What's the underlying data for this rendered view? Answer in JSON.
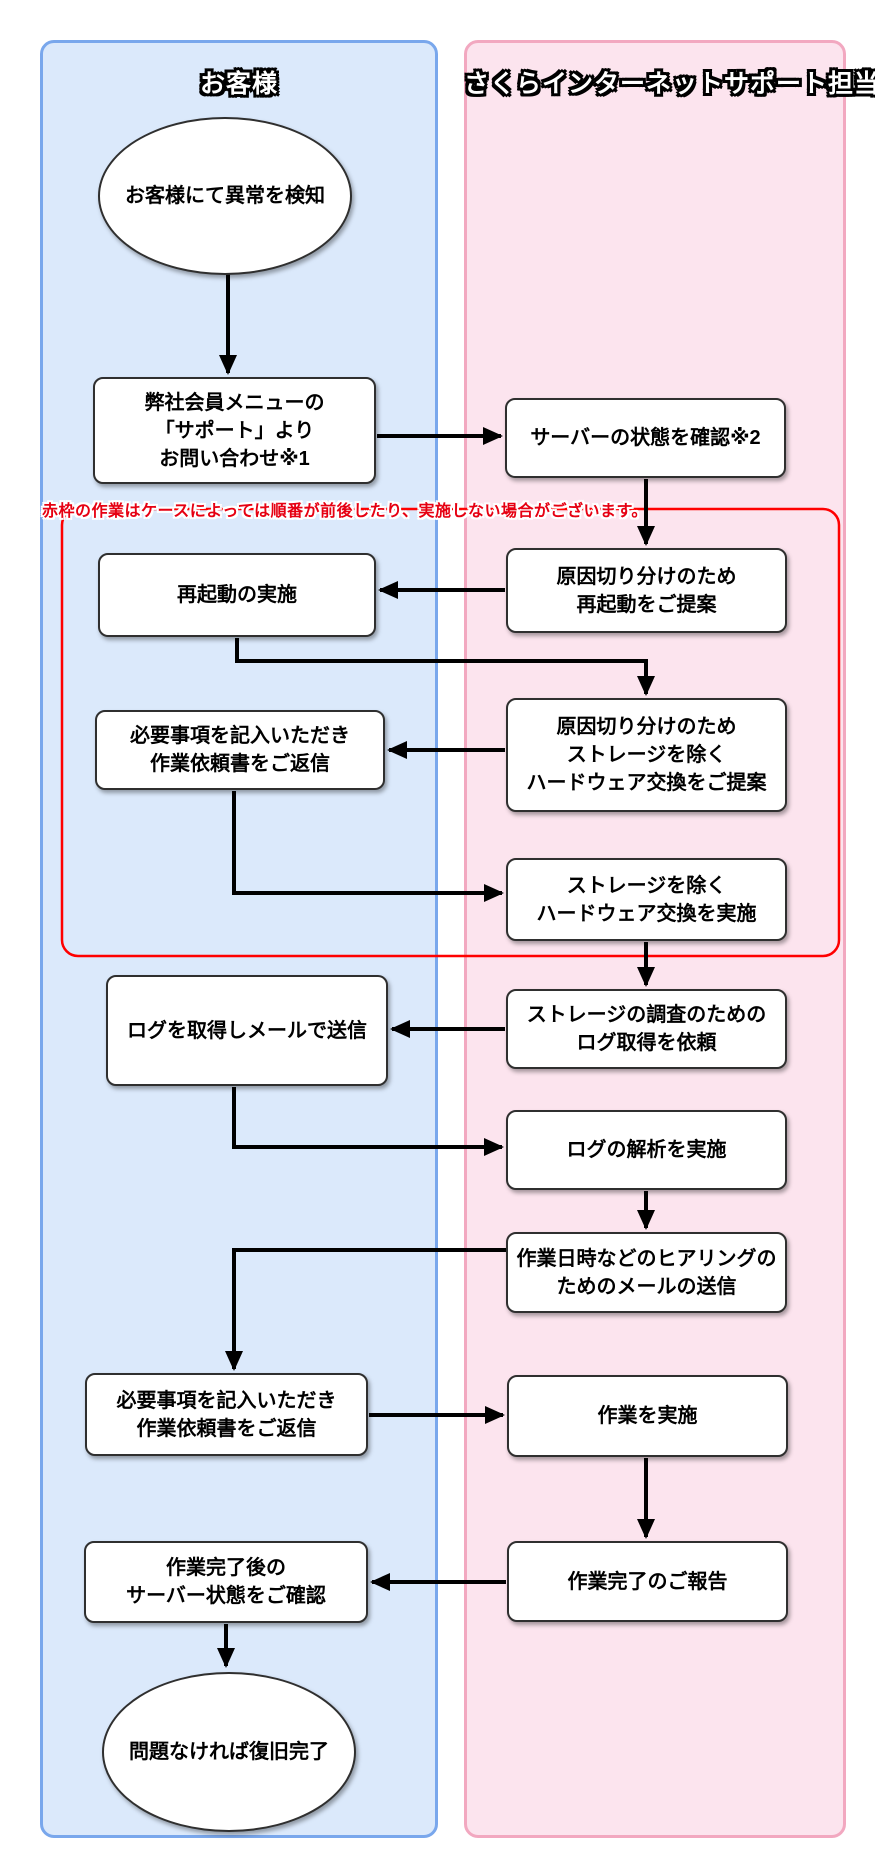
{
  "lanes": {
    "customer": {
      "title": "お客様",
      "nodes": {
        "detect": "お客様にて異常を検知",
        "contact": "弊社会員メニューの\n「サポート」より\nお問い合わせ※1",
        "reboot": "再起動の実施",
        "request_form_1": "必要事項を記入いただき\n作業依頼書をご返信",
        "send_log": "ログを取得しメールで送信",
        "request_form_2": "必要事項を記入いただき\n作業依頼書をご返信",
        "confirm_server": "作業完了後の\nサーバー状態をご確認",
        "recovered": "問題なければ復旧完了"
      }
    },
    "support": {
      "title": "さくらインターネットサポート担当",
      "nodes": {
        "check_server": "サーバーの状態を確認※2",
        "propose_reboot": "原因切り分けのため\n再起動をご提案",
        "propose_hw_swap": "原因切り分けのため\nストレージを除く\nハードウェア交換をご提案",
        "hw_swap": "ストレージを除く\nハードウェア交換を実施",
        "request_log": "ストレージの調査のための\nログ取得を依頼",
        "analyze_log": "ログの解析を実施",
        "hearing_mail": "作業日時などのヒアリングの\nためのメールの送信",
        "do_work": "作業を実施",
        "report_done": "作業完了のご報告"
      }
    }
  },
  "note": "赤枠の作業はケースによっては順番が前後したり、実施しない場合がございます。",
  "colors": {
    "customer_lane_fill": "#dbe9fb",
    "customer_lane_border": "#79a7ec",
    "support_lane_fill": "#fce4ee",
    "support_lane_border": "#f2a8c0",
    "note_red": "#e60012",
    "frame_red": "#ff0000",
    "arrow_black": "#000000"
  }
}
